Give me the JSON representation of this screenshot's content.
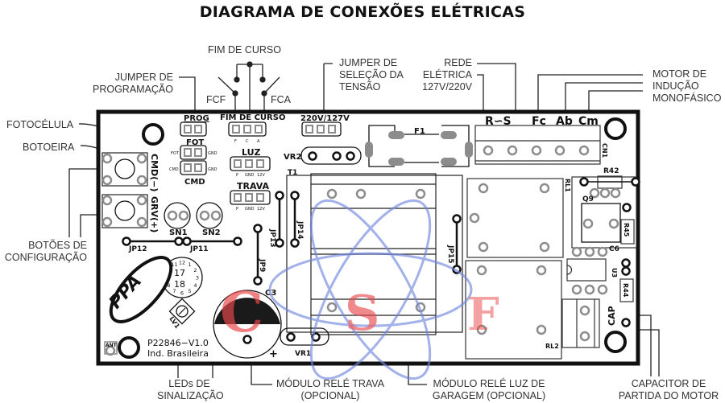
{
  "title": "DIAGRAMA DE CONEXÕES ELÉTRICAS",
  "callouts": {
    "fim_de_curso": "FIM DE CURSO",
    "fcf": "FCF",
    "fca": "FCA",
    "jumper_programacao": [
      "JUMPER DE",
      "PROGRAMAÇÃO"
    ],
    "jumper_tensao": [
      "JUMPER DE",
      "SELEÇÃO DA",
      "TENSÃO"
    ],
    "rede_eletrica": [
      "REDE",
      "ELÉTRICA",
      "127V/220V"
    ],
    "motor": [
      "MOTOR DE",
      "INDUÇÃO",
      "MONOFÁSICO"
    ],
    "fotocelula": "FOTOCÉLULA",
    "botoeira": "BOTOEIRA",
    "botoes_config": [
      "BOTÕES DE",
      "CONFIGURAÇÃO"
    ],
    "leds": [
      "LEDs DE",
      "SINALIZAÇÃO"
    ],
    "modulo_trava": [
      "MÓDULO RELÉ TRAVA",
      "(OPCIONAL)"
    ],
    "modulo_luz": [
      "MÓDULO RELÉ LUZ DE",
      "GARAGEM (OPCIONAL)"
    ],
    "capacitor": [
      "CAPACITOR DE",
      "PARTIDA DO MOTOR"
    ]
  },
  "board": {
    "prog": "PROG",
    "fot": "FOT",
    "cmd": "CMD",
    "fot_pin": "FOT",
    "cmd_pin": "CMD",
    "gnd": "GND",
    "fim_de_curso": "FIM DE CURSO",
    "fim_pins": [
      "F",
      "C",
      "A"
    ],
    "luz": "LUZ",
    "trava": "TRAVA",
    "conn_pins": [
      "P",
      "GND",
      "12V"
    ],
    "voltage": "220V/127V",
    "vr2": "VR2",
    "vr1": "VR1",
    "f1": "F1",
    "t1": "T1",
    "cn1_labels": [
      "R∽S",
      "Fc",
      "Ab",
      "Cm"
    ],
    "cn1": "CN1",
    "rl1": "RL1",
    "rl2": "RL2",
    "r42": "R42",
    "r44": "R44",
    "r45": "R45",
    "q9": "Q9",
    "c6": "C6",
    "c3": "C3",
    "u3": "U3",
    "cap": "CAP",
    "jp9": "JP9",
    "jp11": "JP11",
    "jp12": "JP12",
    "jp13": "JP13",
    "jp14": "JP14",
    "jp15": "JP15",
    "sn1": "SN1",
    "sn2": "SN2",
    "lv1": "LV1",
    "ant": "ANT",
    "cmd_minus": "CMD(−)",
    "grv_plus": "GRV(+)",
    "plus": "+",
    "logo": "PPA",
    "model": "P22846−V1.0",
    "made_in": "Ind. Brasileira",
    "dial_outer": [
      "12",
      "1",
      "2",
      "3",
      "4",
      "5",
      "6",
      "7",
      "8",
      "9",
      "10",
      "11"
    ],
    "dial_center": [
      "17",
      "18"
    ]
  },
  "watermark": [
    "C",
    "S",
    "F"
  ],
  "colors": {
    "board_outline": "#111111",
    "pad_gray": "#8c8c8c",
    "watermark_red": "#e8474a",
    "watermark_dark": "#6e0f10",
    "watermark_blue": "#6f86e0"
  }
}
